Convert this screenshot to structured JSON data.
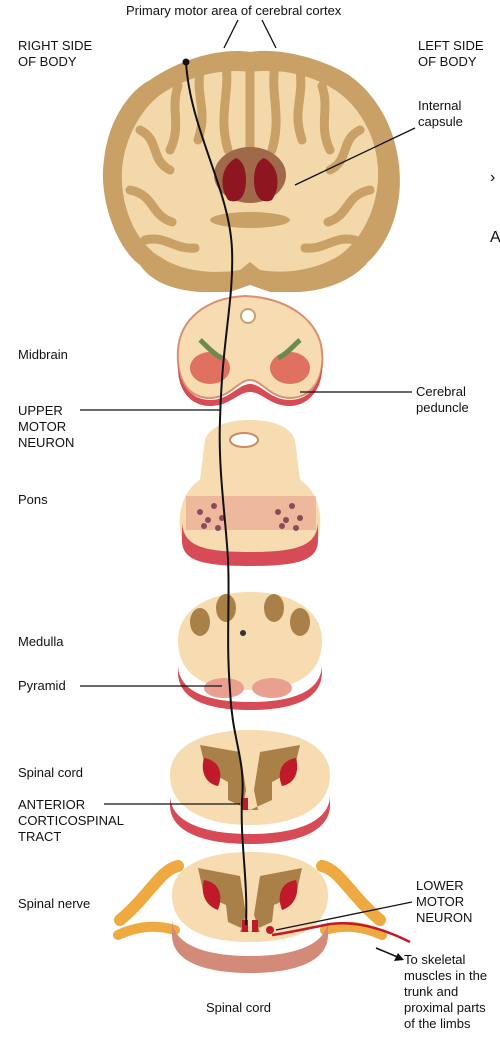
{
  "labels": {
    "primary_motor": "Primary motor area of cerebral cortex",
    "right_side": [
      "RIGHT SIDE",
      "OF BODY"
    ],
    "left_side": [
      "LEFT SIDE",
      "OF BODY"
    ],
    "internal_capsule": [
      "Internal",
      "capsule"
    ],
    "midbrain": "Midbrain",
    "cerebral_peduncle": [
      "Cerebral",
      "peduncle"
    ],
    "upper_motor_neuron": [
      "UPPER",
      "MOTOR",
      "NEURON"
    ],
    "pons": "Pons",
    "medulla": "Medulla",
    "pyramid": "Pyramid",
    "spinal_cord_mid": "Spinal cord",
    "anterior_cst": [
      "ANTERIOR",
      "CORTICOSPINAL",
      "TRACT"
    ],
    "spinal_nerve": "Spinal nerve",
    "lower_motor_neuron": [
      "LOWER",
      "MOTOR",
      "NEURON"
    ],
    "to_skeletal": [
      "To skeletal",
      "muscles in the",
      "trunk and",
      "proximal parts",
      "of the limbs"
    ],
    "spinal_cord_bottom": "Spinal cord",
    "edge_marks": [
      "›",
      "A"
    ]
  },
  "colors": {
    "brain_outer": "#c8a068",
    "brain_inner": "#f6dfb4",
    "tissue": "#f7dcb0",
    "gray_matter": "#a07d4a",
    "red_base": "#d9495a",
    "dark_red": "#9b1c24",
    "nerve": "#eeaa40"
  }
}
